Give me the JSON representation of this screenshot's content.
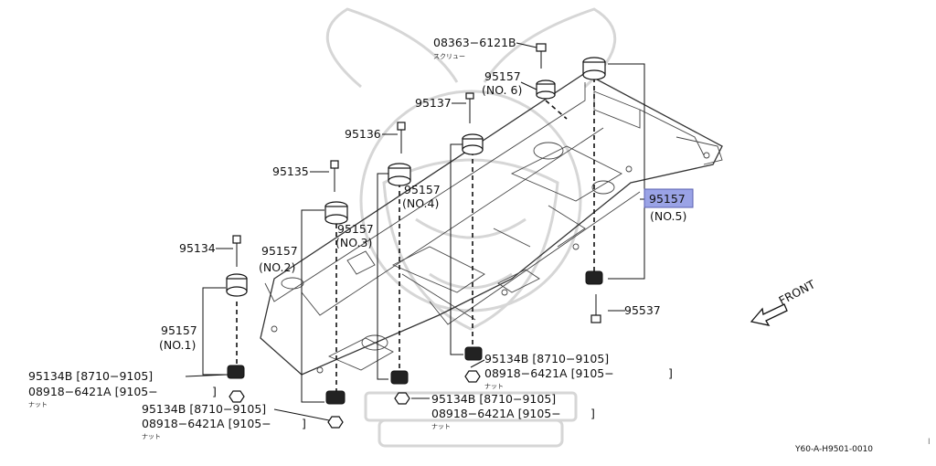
{
  "labels": {
    "p08363": "08363−6121B",
    "p08363_sub": "スクリュー",
    "p95157_no6_a": "95157",
    "p95157_no6_b": "(NO. 6)",
    "p95137": "95137",
    "p95136": "95136",
    "p95135": "95135",
    "p95157_no4_a": "95157",
    "p95157_no4_b": "(NO.4)",
    "p95157_no5_a": "95157",
    "p95157_no5_b": "(NO.5)",
    "p95157_no3_a": "95157",
    "p95157_no3_b": "(NO.3)",
    "p95134": "95134",
    "p95157_no2_a": "95157",
    "p95157_no2_b": "(NO.2)",
    "p95537": "95537",
    "p95157_no1_a": "95157",
    "p95157_no1_b": "(NO.1)",
    "front": "FRONT",
    "nut_a_1": "95134B [8710−9105]",
    "nut_a_2": "08918−6421A [9105−",
    "nut_a_3": "]",
    "nut_a_sub": "ナット",
    "nut_b_1": "95134B [8710−9105]",
    "nut_b_2": "08918−6421A [9105−",
    "nut_b_3": "]",
    "nut_b_sub": "ナット",
    "nut_c_1": "95134B [8710−9105]",
    "nut_c_2": "08918−6421A [9105−",
    "nut_c_3": "]",
    "nut_c_sub": "ナット",
    "nut_d_1": "95134B [8710−9105]",
    "nut_d_2": "08918−6421A [9105−",
    "nut_d_3": "]",
    "nut_d_sub": "ナット",
    "diagram_code": "Y60-A-H9501-0010",
    "edge_mark": "I"
  },
  "colors": {
    "highlight": "#9aa3e6",
    "ink": "#111111",
    "watermark": "#d6d6d6"
  },
  "icons": {
    "front_arrow": "front-arrow-icon"
  }
}
